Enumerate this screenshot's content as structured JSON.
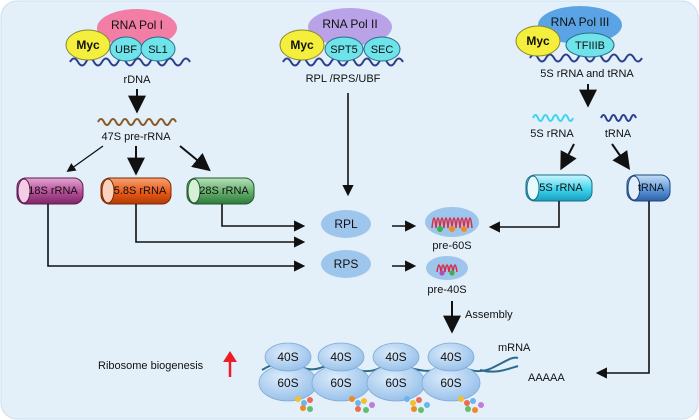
{
  "pol1": {
    "myc": "Myc",
    "polymerase": "RNA Pol I",
    "factor_a": "UBF",
    "factor_b": "SL1",
    "gene": "rDNA",
    "precursor": "47S pre-rRNA",
    "rrna_18s": "18S rRNA",
    "rrna_58s": "5.8S rRNA",
    "rrna_28s": "28S rRNA"
  },
  "pol2": {
    "myc": "Myc",
    "polymerase": "RNA Pol II",
    "factor_a": "SPT5",
    "factor_b": "SEC",
    "genes": "RPL /RPS/UBF"
  },
  "pol3": {
    "myc": "Myc",
    "polymerase": "RNA Pol III",
    "factor_a": "TFIIIB",
    "genes": "5S rRNA and tRNA",
    "wave_5s": "5S rRNA",
    "wave_trna": "tRNA",
    "box_5s": "5S rRNA",
    "box_trna": "tRNA"
  },
  "assembly": {
    "rpl": "RPL",
    "rps": "RPS",
    "pre60": "pre-60S",
    "pre40": "pre-40S",
    "assembly_label": "Assembly"
  },
  "polysome": {
    "ribosomes": [
      {
        "small": "40S",
        "large": "60S"
      },
      {
        "small": "40S",
        "large": "60S"
      },
      {
        "small": "40S",
        "large": "60S"
      },
      {
        "small": "40S",
        "large": "60S"
      }
    ],
    "mrna": "mRNA",
    "polya": "AAAAA",
    "biogenesis": "Ribosome biogenesis"
  },
  "colors": {
    "background": "#e3f0fa",
    "myc": "#f4ee3c",
    "pol1": "#f27da5",
    "pol2": "#b9a2e8",
    "pol3": "#5aa4e6",
    "factor": "#6ee3ea",
    "dna": "#2b3f8c",
    "precursor": "#8b5a28",
    "rrna_18s": "#b54d96",
    "rrna_58s": "#ea5a16",
    "rrna_28s": "#63ad6c",
    "rrna_5s": "#3fd4ee",
    "trna": "#3878c4",
    "ribosome": "#9ec6ec",
    "up_arrow": "#ee1c24"
  }
}
